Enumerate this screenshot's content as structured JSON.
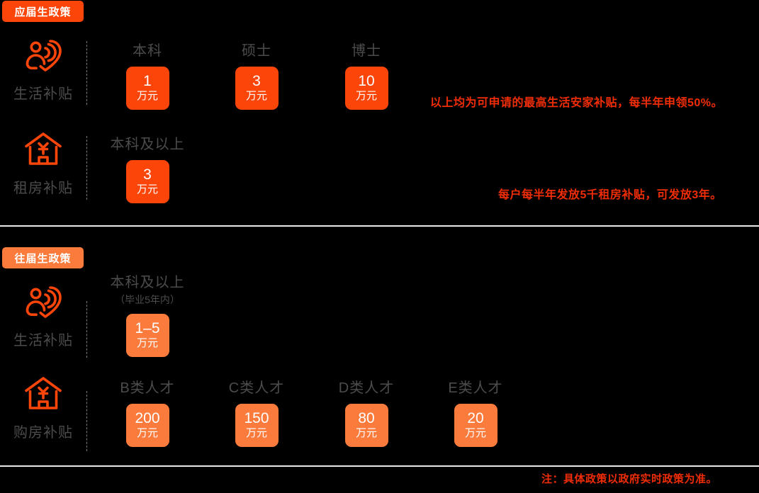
{
  "theme": {
    "background": "#000000",
    "accent_bright": "#FC4508",
    "accent_soft": "#FA7B3C",
    "note_color": "#F02D06",
    "label_color": "#4C4C4C",
    "divider_color": "#E9E9E9"
  },
  "sections": [
    {
      "badge": "应届生政策",
      "rows": [
        {
          "icon": "person-heart-icon",
          "label": "生活补贴",
          "columns": [
            {
              "title": "本科",
              "sub": "",
              "value": "1",
              "unit": "万元"
            },
            {
              "title": "硕士",
              "sub": "",
              "value": "3",
              "unit": "万元"
            },
            {
              "title": "博士",
              "sub": "",
              "value": "10",
              "unit": "万元"
            }
          ],
          "note": "以上均为可申请的最高生活安家补贴，每半年申领50%。"
        },
        {
          "icon": "house-yuan-icon",
          "label": "租房补贴",
          "columns": [
            {
              "title": "本科及以上",
              "sub": "",
              "value": "3",
              "unit": "万元"
            }
          ],
          "note": "每户每半年发放5千租房补贴，可发放3年。"
        }
      ]
    },
    {
      "badge": "往届生政策",
      "rows": [
        {
          "icon": "person-heart-icon",
          "label": "生活补贴",
          "columns": [
            {
              "title": "本科及以上",
              "sub": "（毕业5年内）",
              "value": "1–5",
              "unit": "万元"
            }
          ],
          "note": ""
        },
        {
          "icon": "house-yuan-icon",
          "label": "购房补贴",
          "columns": [
            {
              "title": "B类人才",
              "sub": "",
              "value": "200",
              "unit": "万元"
            },
            {
              "title": "C类人才",
              "sub": "",
              "value": "150",
              "unit": "万元"
            },
            {
              "title": "D类人才",
              "sub": "",
              "value": "80",
              "unit": "万元"
            },
            {
              "title": "E类人才",
              "sub": "",
              "value": "20",
              "unit": "万元"
            }
          ],
          "note": ""
        }
      ]
    }
  ],
  "footer_note": "注：具体政策以政府实时政策为准。"
}
